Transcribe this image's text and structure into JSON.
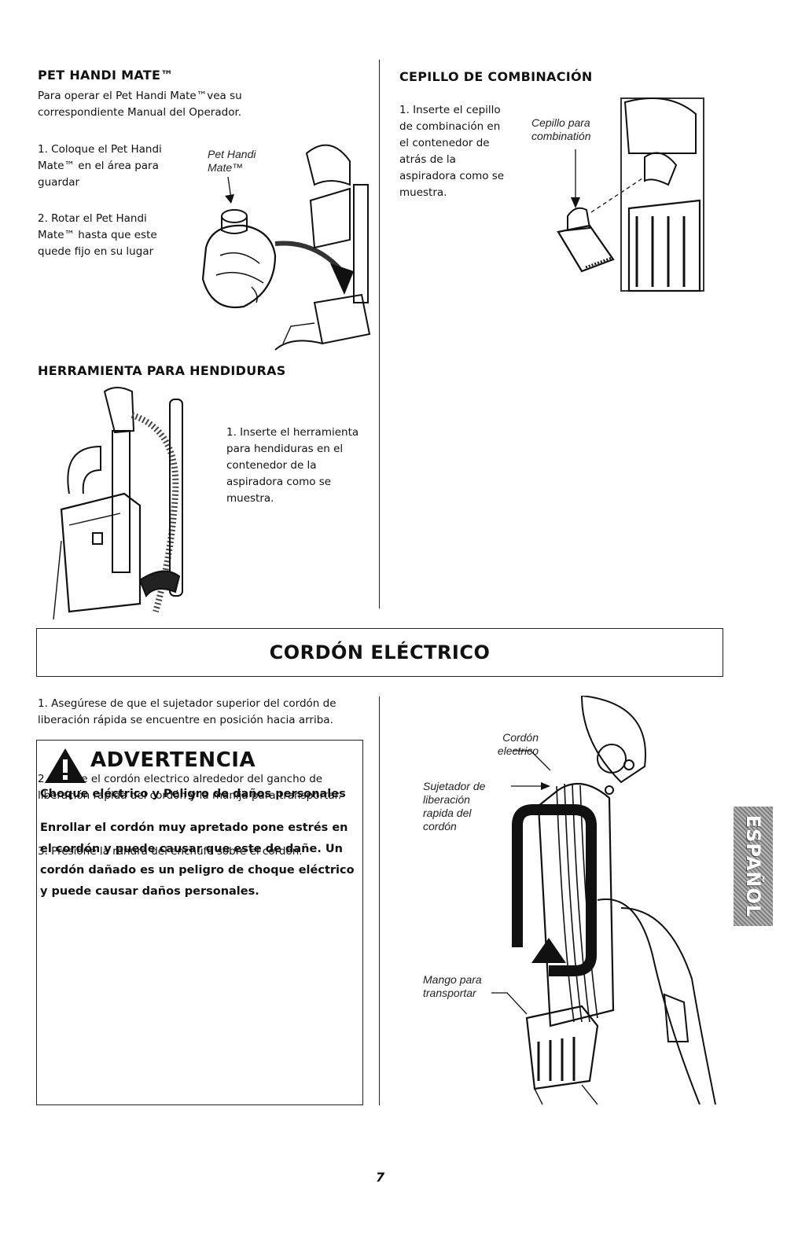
{
  "pet_handi_mate": {
    "title": "PET HANDI MATE™",
    "intro": "Para operar el Pet Handi Mate™vea su correspondiente Manual del Operador.",
    "step1": "1. Coloque el Pet Handi Mate™ en el área para guardar",
    "step2": "2. Rotar el Pet Handi Mate™ hasta que este quede fijo en su lugar",
    "figure_label": "Pet Handi Mate™"
  },
  "cepillo": {
    "title": "CEPILLO DE COMBINACIÓN",
    "step1": "1. Inserte el cepillo de combinación en el contenedor de atrás de la aspiradora como se muestra.",
    "figure_label": "Cepillo para combinatión"
  },
  "herramienta": {
    "title": "HERRAMIENTA PARA HENDIDURAS",
    "step1": "1. Inserte el herramienta para hendiduras en el contenedor de la aspiradora como se muestra."
  },
  "cordon": {
    "title": "CORDÓN ELÉCTRICO",
    "step1": "1. Asegúrese de que el sujetador superior del cordón de liberación rápida se encuentre en posición hacia arriba.",
    "step2": "2. Enrolle el cordón electrico alrededor del gancho de liberación rapida del cordón y la manija para transportar.",
    "step3": "3. Presione la ranura del enchufe sobre el cordón.",
    "label_cord": "Cordón electrico",
    "label_clip": "Sujetador de liberación rapida del cordón",
    "label_handle": "Mango para transportar"
  },
  "warning": {
    "title": "ADVERTENCIA",
    "subtitle": "Choque eléctrico y Peligro de daños personales",
    "body": "Enrollar el cordón muy apretado pone estrés en el cordón y puede causar que este de dañe. Un cordón dañado es un peligro de choque eléctrico y puede causar daños personales."
  },
  "side_tab": "ESPAÑOL",
  "page_number": "7"
}
